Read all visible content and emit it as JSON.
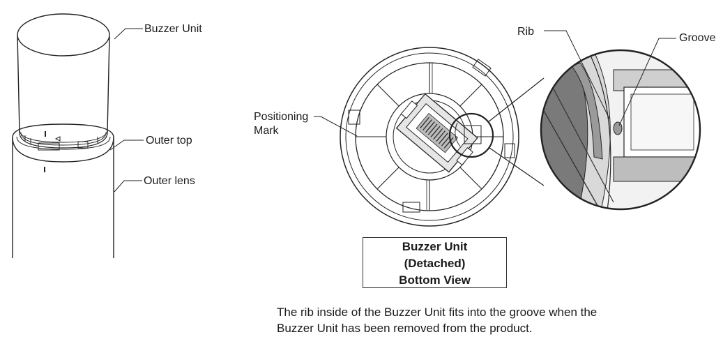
{
  "left_figure": {
    "labels": {
      "buzzer_unit": "Buzzer Unit",
      "outer_top": "Outer top",
      "outer_lens": "Outer lens"
    }
  },
  "bottom_view": {
    "labels": {
      "positioning_mark_line1": "Positioning",
      "positioning_mark_line2": "Mark"
    },
    "caption": {
      "line1": "Buzzer Unit",
      "line2": "(Detached)",
      "line3": "Bottom View"
    }
  },
  "detail_view": {
    "labels": {
      "rib": "Rib",
      "groove": "Groove"
    }
  },
  "note": {
    "line1": "The rib inside of the Buzzer Unit fits into the groove when the",
    "line2": "Buzzer Unit has been removed from the product."
  }
}
